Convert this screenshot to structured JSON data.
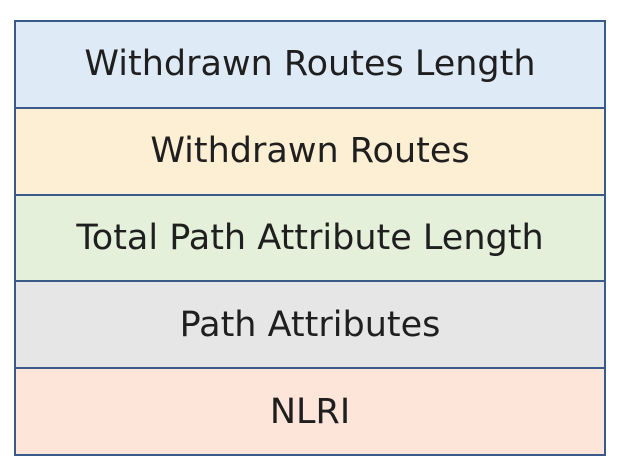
{
  "fields": [
    {
      "label": "Withdrawn Routes Length",
      "color": "#dfeaf7"
    },
    {
      "label": "Withdrawn Routes",
      "color": "#fdefd3"
    },
    {
      "label": "Total Path Attribute Length",
      "color": "#e4f0da"
    },
    {
      "label": "Path Attributes",
      "color": "#e6e6e6"
    },
    {
      "label": "NLRI",
      "color": "#fde5da"
    }
  ]
}
